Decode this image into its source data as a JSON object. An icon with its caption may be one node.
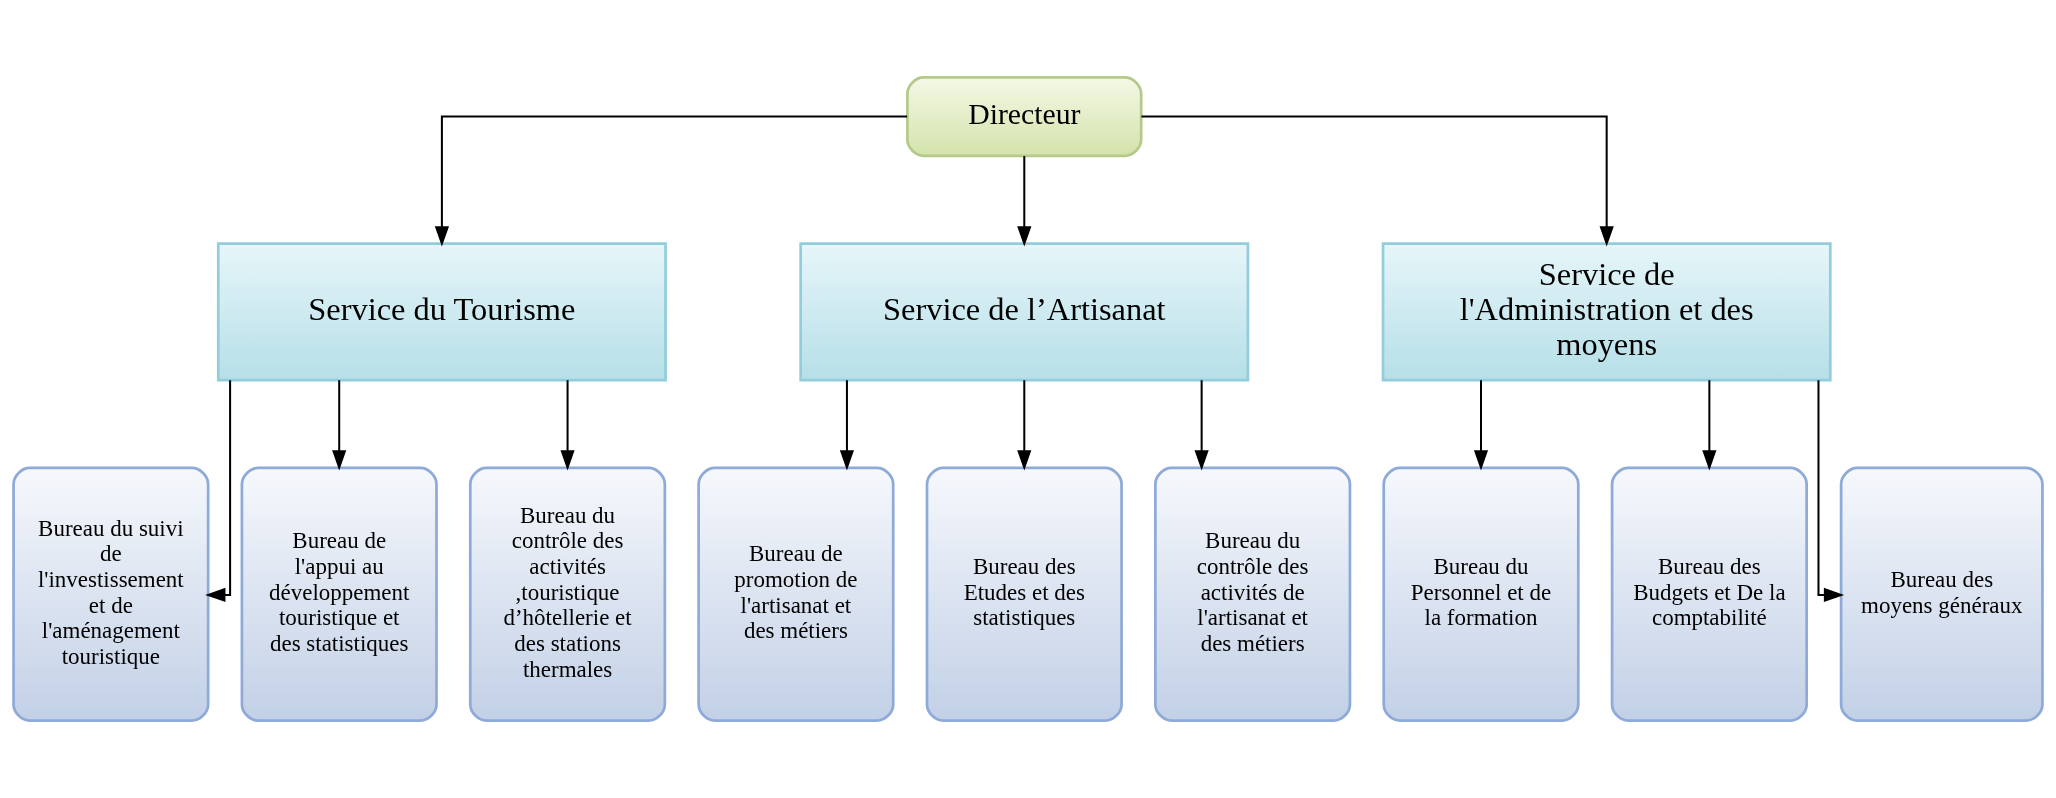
{
  "diagram": {
    "nodes": [
      {
        "text": [
          "Directeur"
        ]
      },
      {
        "text": [
          "Service du Tourisme"
        ]
      },
      {
        "text": [
          "Service de l’Artisanat"
        ]
      },
      {
        "text": [
          "Service de l'Administration et des moyens"
        ]
      },
      {
        "text": [
          "Bureau du suivi de l'investissement et de l'aménagement touristique"
        ]
      },
      {
        "text": [
          "Bureau de l'appui au développement touristique et des statistiques"
        ]
      },
      {
        "text": [
          "Bureau du contrôle des activités ,touristique d’hôtellerie et des stations thermales"
        ]
      },
      {
        "text": [
          "Bureau de promotion de l'artisanat et des métiers"
        ]
      },
      {
        "text": [
          "Bureau des Etudes et des statistiques"
        ]
      },
      {
        "text": [
          "Bureau du contrôle des activités de l'artisanat et des métiers"
        ]
      },
      {
        "text": [
          "Bureau du Personnel et de la formation"
        ]
      },
      {
        "text": [
          "Bureau des Budgets et De la comptabilité"
        ]
      },
      {
        "text": [
          "Bureau des moyens généraux"
        ]
      }
    ],
    "edges": [
      {
        "from": 0,
        "to": 1,
        "arrow": "to"
      },
      {
        "from": 0,
        "to": 2,
        "arrow": "to"
      },
      {
        "from": 0,
        "to": 3,
        "arrow": "to"
      },
      {
        "from": 1,
        "to": 4,
        "arrow": "to"
      },
      {
        "from": 1,
        "to": 5,
        "arrow": "to"
      },
      {
        "from": 1,
        "to": 6,
        "arrow": "to"
      },
      {
        "from": 2,
        "to": 7,
        "arrow": "to"
      },
      {
        "from": 2,
        "to": 8,
        "arrow": "to"
      },
      {
        "from": 2,
        "to": 9,
        "arrow": "to"
      },
      {
        "from": 3,
        "to": 10,
        "arrow": "to"
      },
      {
        "from": 3,
        "to": 11,
        "arrow": "to"
      },
      {
        "from": 3,
        "to": 12,
        "arrow": "to"
      }
    ]
  }
}
